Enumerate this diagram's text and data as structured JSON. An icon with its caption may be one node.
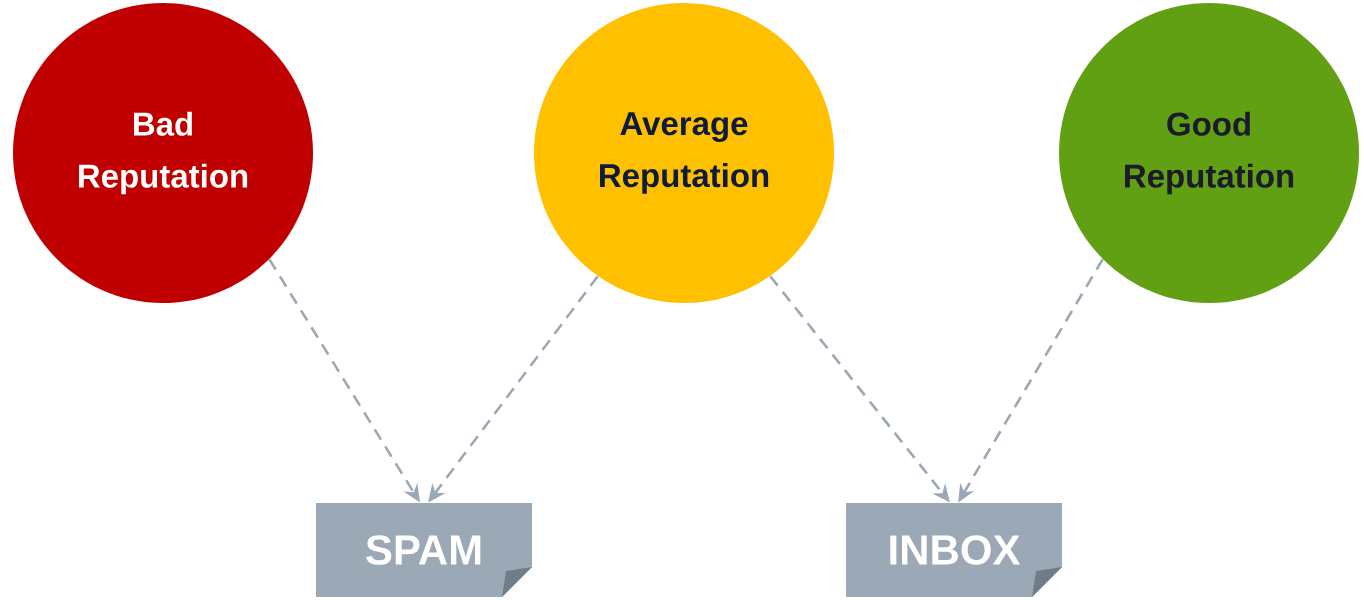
{
  "diagram": {
    "nodes": [
      {
        "text": [
          "Bad Reputation"
        ]
      },
      {
        "text": [
          "Average Reputation"
        ]
      },
      {
        "text": [
          "Good Reputation"
        ]
      },
      {
        "text": [
          "SPAM"
        ]
      },
      {
        "text": [
          "INBOX"
        ]
      }
    ],
    "edges": [
      {
        "from": 0,
        "to": 3,
        "arrow": "to",
        "style": "dashed"
      },
      {
        "from": 1,
        "to": 3,
        "arrow": "to",
        "style": "dashed"
      },
      {
        "from": 1,
        "to": 4,
        "arrow": "to",
        "style": "dashed"
      },
      {
        "from": 2,
        "to": 4,
        "arrow": "to",
        "style": "dashed"
      }
    ]
  }
}
